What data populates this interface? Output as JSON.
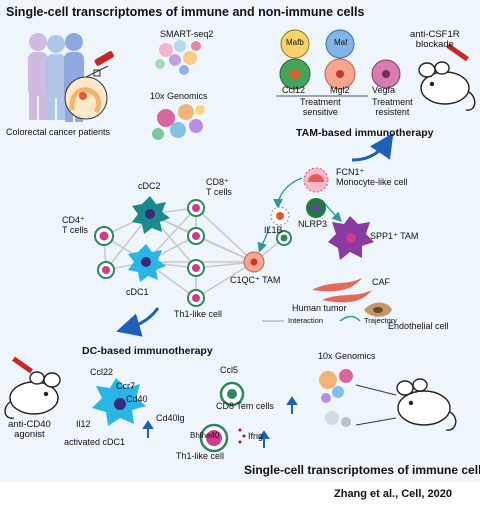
{
  "top_title": "Single-cell transcriptomes of immune and non-immune cells",
  "bottom_title": "Single-cell transcriptomes of immune cells",
  "citation": "Zhang et al., Cell, 2020",
  "patients_label": "Colorectal cancer patients",
  "smartseq_label": "SMART-seq2",
  "genomics_label_top": "10x Genomics",
  "genomics_label_bottom": "10x Genomics",
  "tam": {
    "section_title": "TAM-based immunotherapy",
    "sensitive": [
      "Mafb",
      "Maf",
      "Ccl12",
      "Mgl2"
    ],
    "resistent": "Vegfa",
    "sensitive_label": "Treatment\nsensitive",
    "resistent_label": "Treatment\nresistent",
    "drug_label": "anti-CSF1R\nblockade"
  },
  "network": {
    "cd4": "CD4⁺\nT cells",
    "cdc2": "cDC2",
    "cd8": "CD8⁺\nT cells",
    "cdc1": "cDC1",
    "th1": "Th1-like cell",
    "c1qc": "C1QC⁺ TAM",
    "il1b": "IL1B",
    "fcn1": "FCN1⁺\nMonocyte-like cell",
    "nlrp3": "NLRP3",
    "spp1": "SPP1⁺ TAM",
    "caf": "CAF",
    "endo": "Endothelial cell"
  },
  "legend": {
    "title": "Human tumor",
    "interaction": "Interaction",
    "trajectory": "Trajectory"
  },
  "dc": {
    "section_title": "DC-based immunotherapy",
    "drug_label": "anti-CD40\nagonist",
    "genes": [
      "Ccl22",
      "Ccr7",
      "Cd40",
      "Il12",
      "Cd40lg"
    ],
    "activated": "activated cDC1",
    "ccl5": "Ccl5",
    "cd8tem": "CD8 Tem cells",
    "bhlhe40": "Bhlhe40",
    "ifng": "Ifng",
    "th1": "Th1-like cell"
  },
  "colors": {
    "panel_bg": "#eef5fb",
    "arrow_blue": "#1f5fb8",
    "teal": "#2a9d8f",
    "cyan": "#29b6e6"
  }
}
